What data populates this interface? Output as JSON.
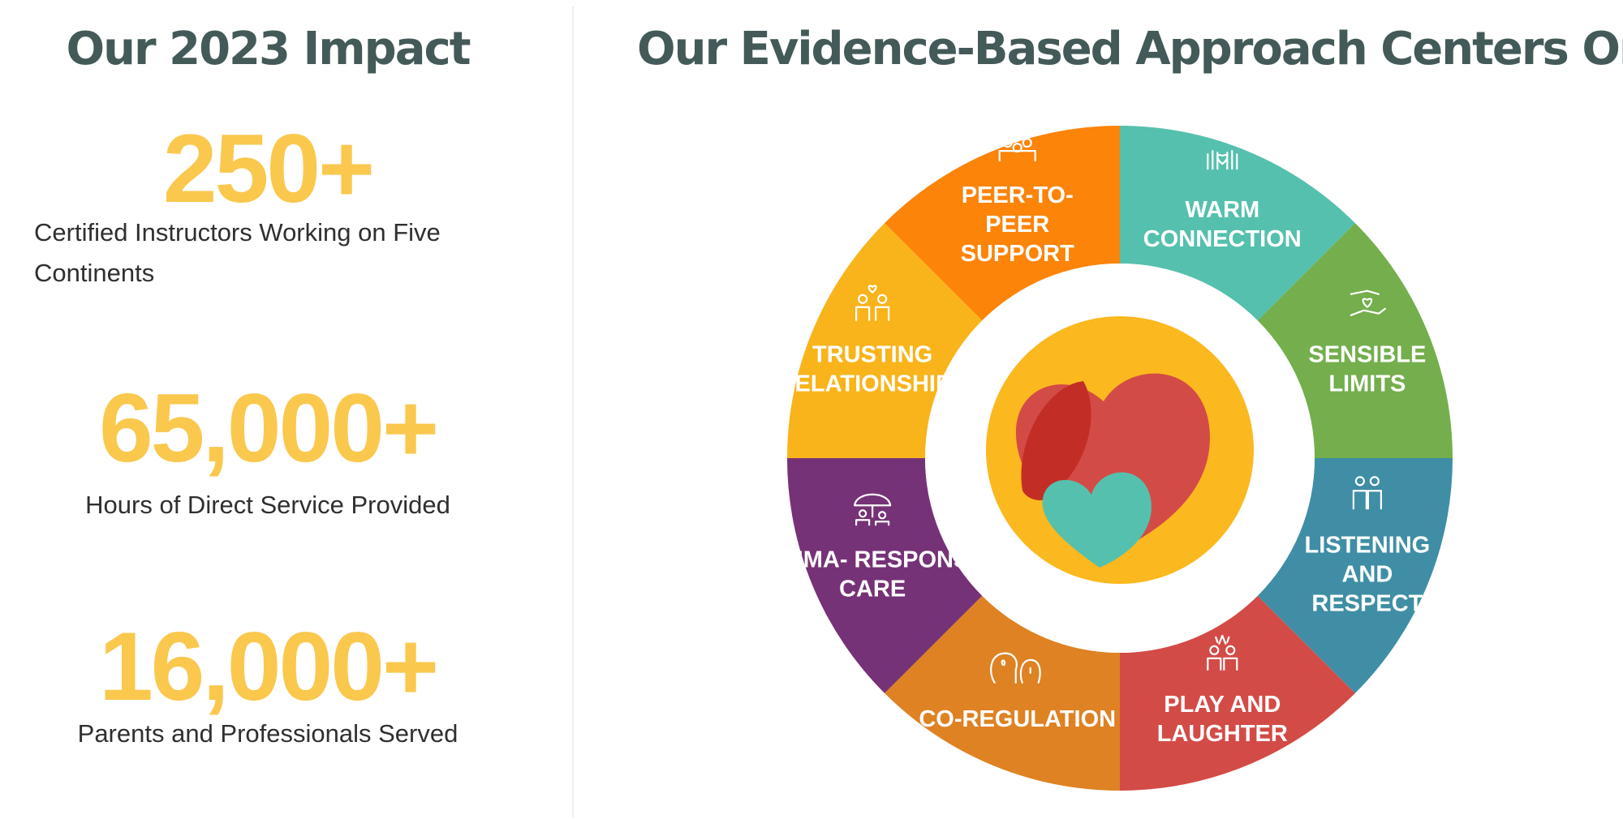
{
  "impact": {
    "title": "Our 2023 Impact",
    "stats": [
      {
        "number": "250+",
        "label_line1": "Certified Instructors Working on Five",
        "label_line2": "Continents"
      },
      {
        "number": "65,000+",
        "label": "Hours of Direct Service Provided"
      },
      {
        "number": "16,000+",
        "label": "Parents and Professionals Served"
      }
    ]
  },
  "approach": {
    "title": "Our Evidence-Based Approach Centers On",
    "segments": [
      {
        "lines": [
          "WARM",
          "CONNECTION"
        ],
        "color": "#55c0ad",
        "icon": "hands-heart-icon"
      },
      {
        "lines": [
          "SENSIBLE",
          "LIMITS"
        ],
        "color": "#74ae4d",
        "icon": "hand-heart-icon"
      },
      {
        "lines": [
          "LISTENING",
          "AND",
          "RESPECT"
        ],
        "color": "#3f8ea5",
        "icon": "two-people-icon"
      },
      {
        "lines": [
          "PLAY AND",
          "LAUGHTER"
        ],
        "color": "#d34b46",
        "icon": "high-five-icon"
      },
      {
        "lines": [
          "CO-REGULATION"
        ],
        "color": "#de8224",
        "icon": "heads-icon"
      },
      {
        "lines": [
          "TRAUMA- RESPONSIVE",
          "CARE"
        ],
        "color": "#763276",
        "icon": "umbrella-icon"
      },
      {
        "lines": [
          "TRUSTING",
          "RELATIONSHIPS"
        ],
        "color": "#f9b41b",
        "icon": "people-heart-icon"
      },
      {
        "lines": [
          "PEER-TO-",
          "PEER",
          "SUPPORT"
        ],
        "color": "#fb8409",
        "icon": "group-heart-icon"
      }
    ],
    "center_logo": "heart-logo-icon"
  }
}
